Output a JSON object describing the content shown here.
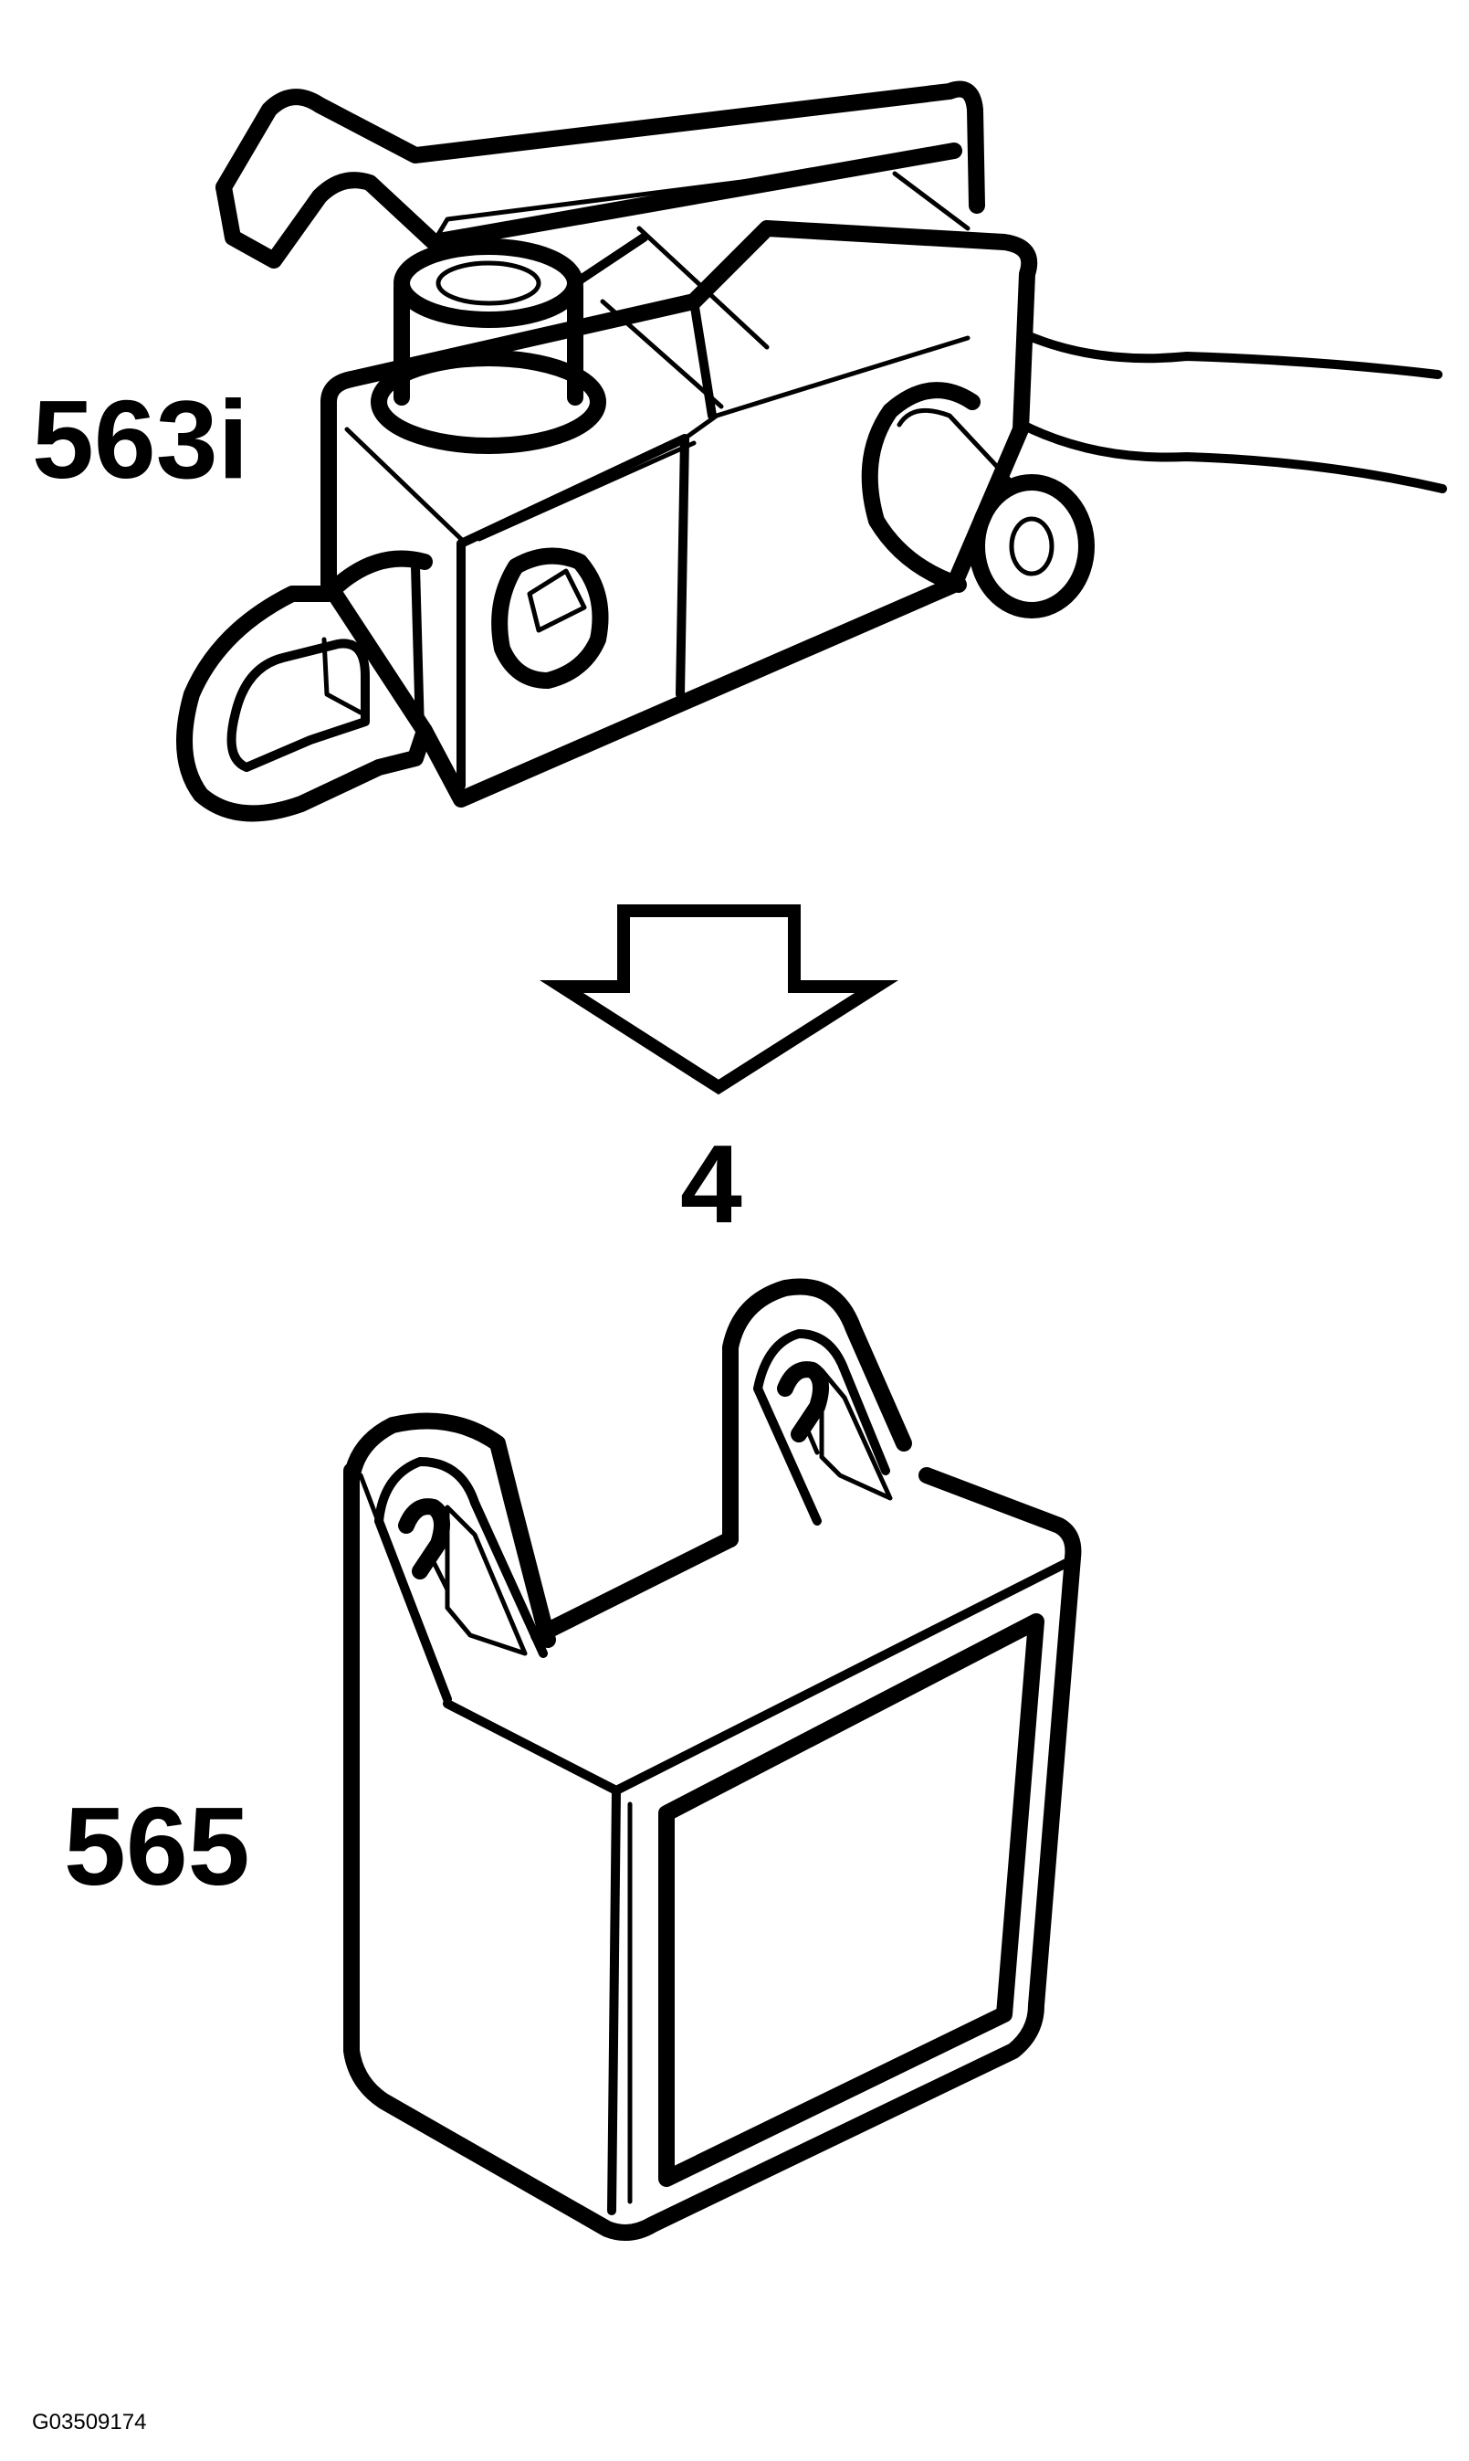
{
  "labels": {
    "top_part": "563i",
    "step": "4",
    "bottom_part": "565",
    "figure_id": "G03509174"
  }
}
